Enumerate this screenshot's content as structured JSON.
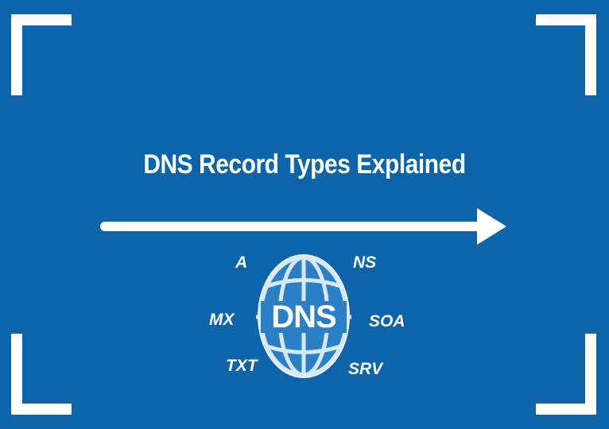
{
  "title": "DNS Record Types Explained",
  "logo_text": "DNS",
  "records": {
    "a": "A",
    "ns": "NS",
    "mx": "MX",
    "soa": "SOA",
    "txt": "TXT",
    "srv": "SRV"
  },
  "colors": {
    "background": "#0d64a8",
    "accent": "#ffffff",
    "globe_fill": "#2b7fc4",
    "globe_line": "#d8e9f6"
  },
  "icons": [
    "corner-bracket-icon",
    "arrow-right-icon",
    "dns-globe-icon"
  ]
}
